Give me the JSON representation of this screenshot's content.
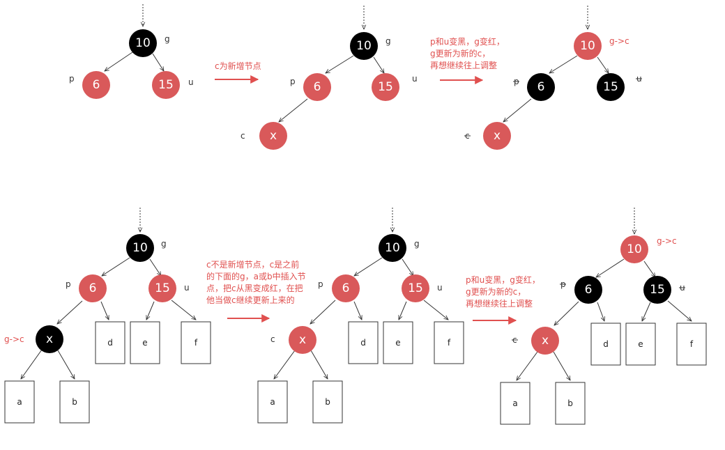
{
  "colors": {
    "red_node": "#d9595a",
    "black_node": "#000000",
    "text_red": "#e0504f",
    "line": "#333333"
  },
  "nodes": {
    "n10": "10",
    "n6": "6",
    "n15": "15",
    "nx": "x"
  },
  "tags": {
    "g": "g",
    "p": "p",
    "u": "u",
    "c": "c",
    "g_to_c": "g->c"
  },
  "boxes": {
    "a": "a",
    "b": "b",
    "d": "d",
    "e": "e",
    "f": "f"
  },
  "captions": {
    "top_step1": [
      "c为新增节点"
    ],
    "top_step2": [
      "p和u变黑，g变红，",
      "g更新为新的c，",
      "再想继续往上调整"
    ],
    "bottom_step1": [
      "c不是新增节点，c是之前",
      "的下面的g，a或b中插入节",
      "点，把c从黑变成红，在把",
      "他当做c继续更新上来的"
    ],
    "bottom_step2": [
      "p和u变黑，g变红，",
      "g更新为新的c，",
      "再想继续往上调整"
    ]
  }
}
